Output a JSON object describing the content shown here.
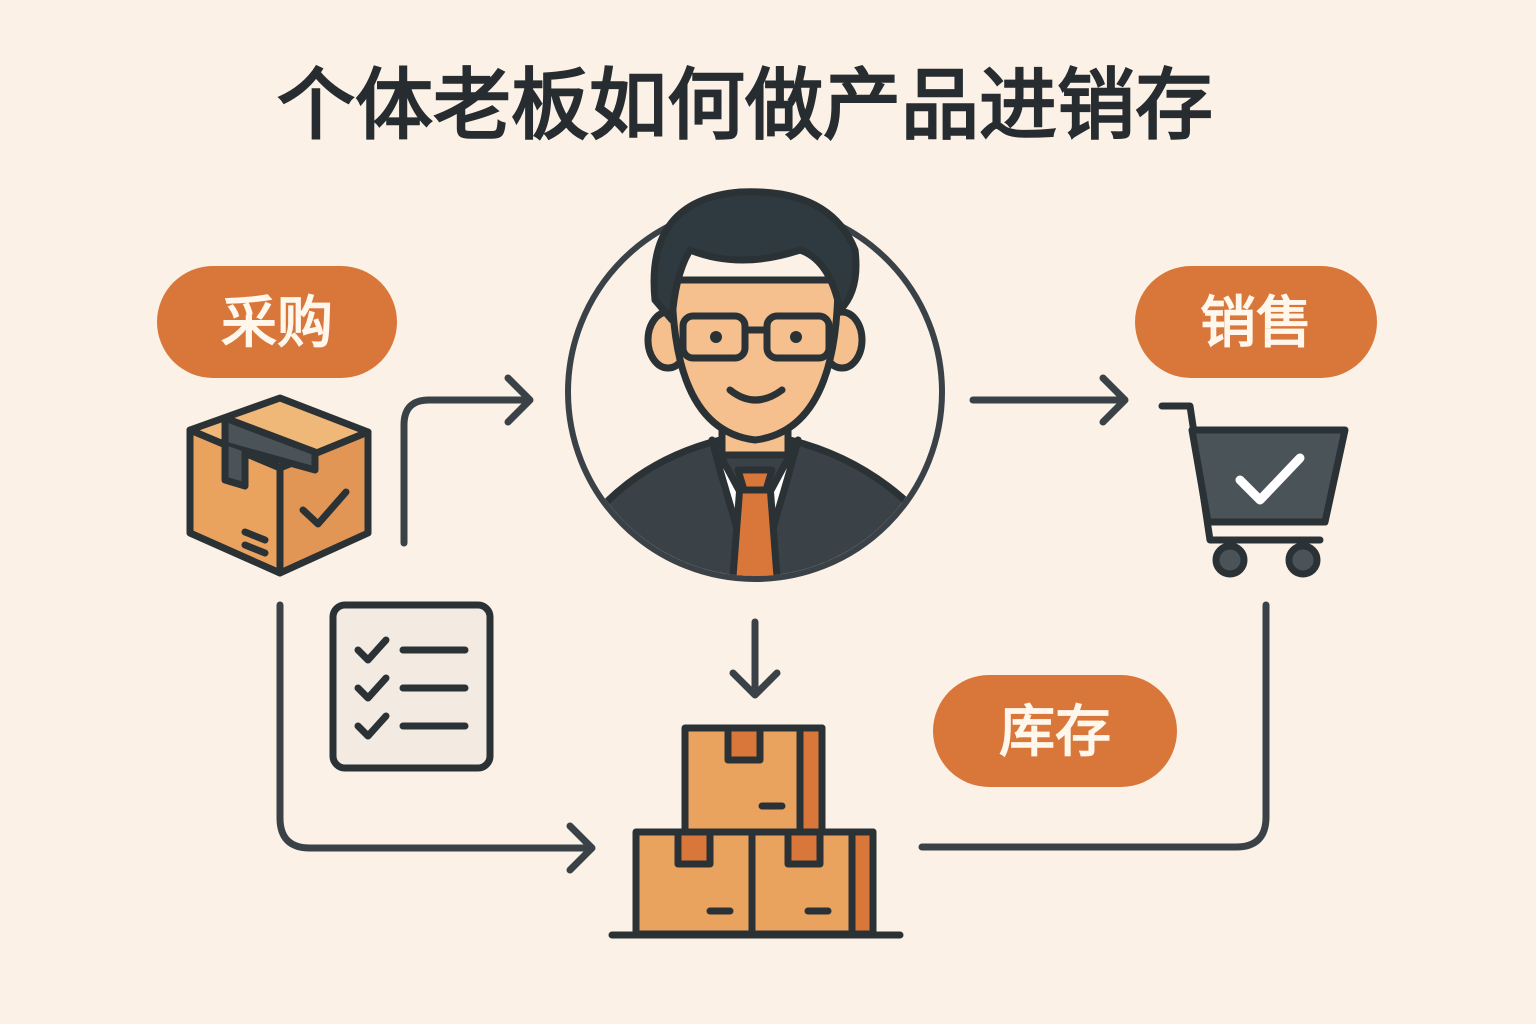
{
  "title": "个体老板如何做产品进销存",
  "labels": {
    "purchase": "采购",
    "sales": "销售",
    "inventory": "库存"
  },
  "icons": [
    "package-box-check-icon",
    "checklist-icon",
    "boss-avatar-icon",
    "shopping-cart-check-icon",
    "stacked-boxes-icon"
  ],
  "colors": {
    "background": "#fbf1e6",
    "accent": "#d9773a",
    "box": "#e9a35f",
    "dark": "#2f3a40"
  }
}
